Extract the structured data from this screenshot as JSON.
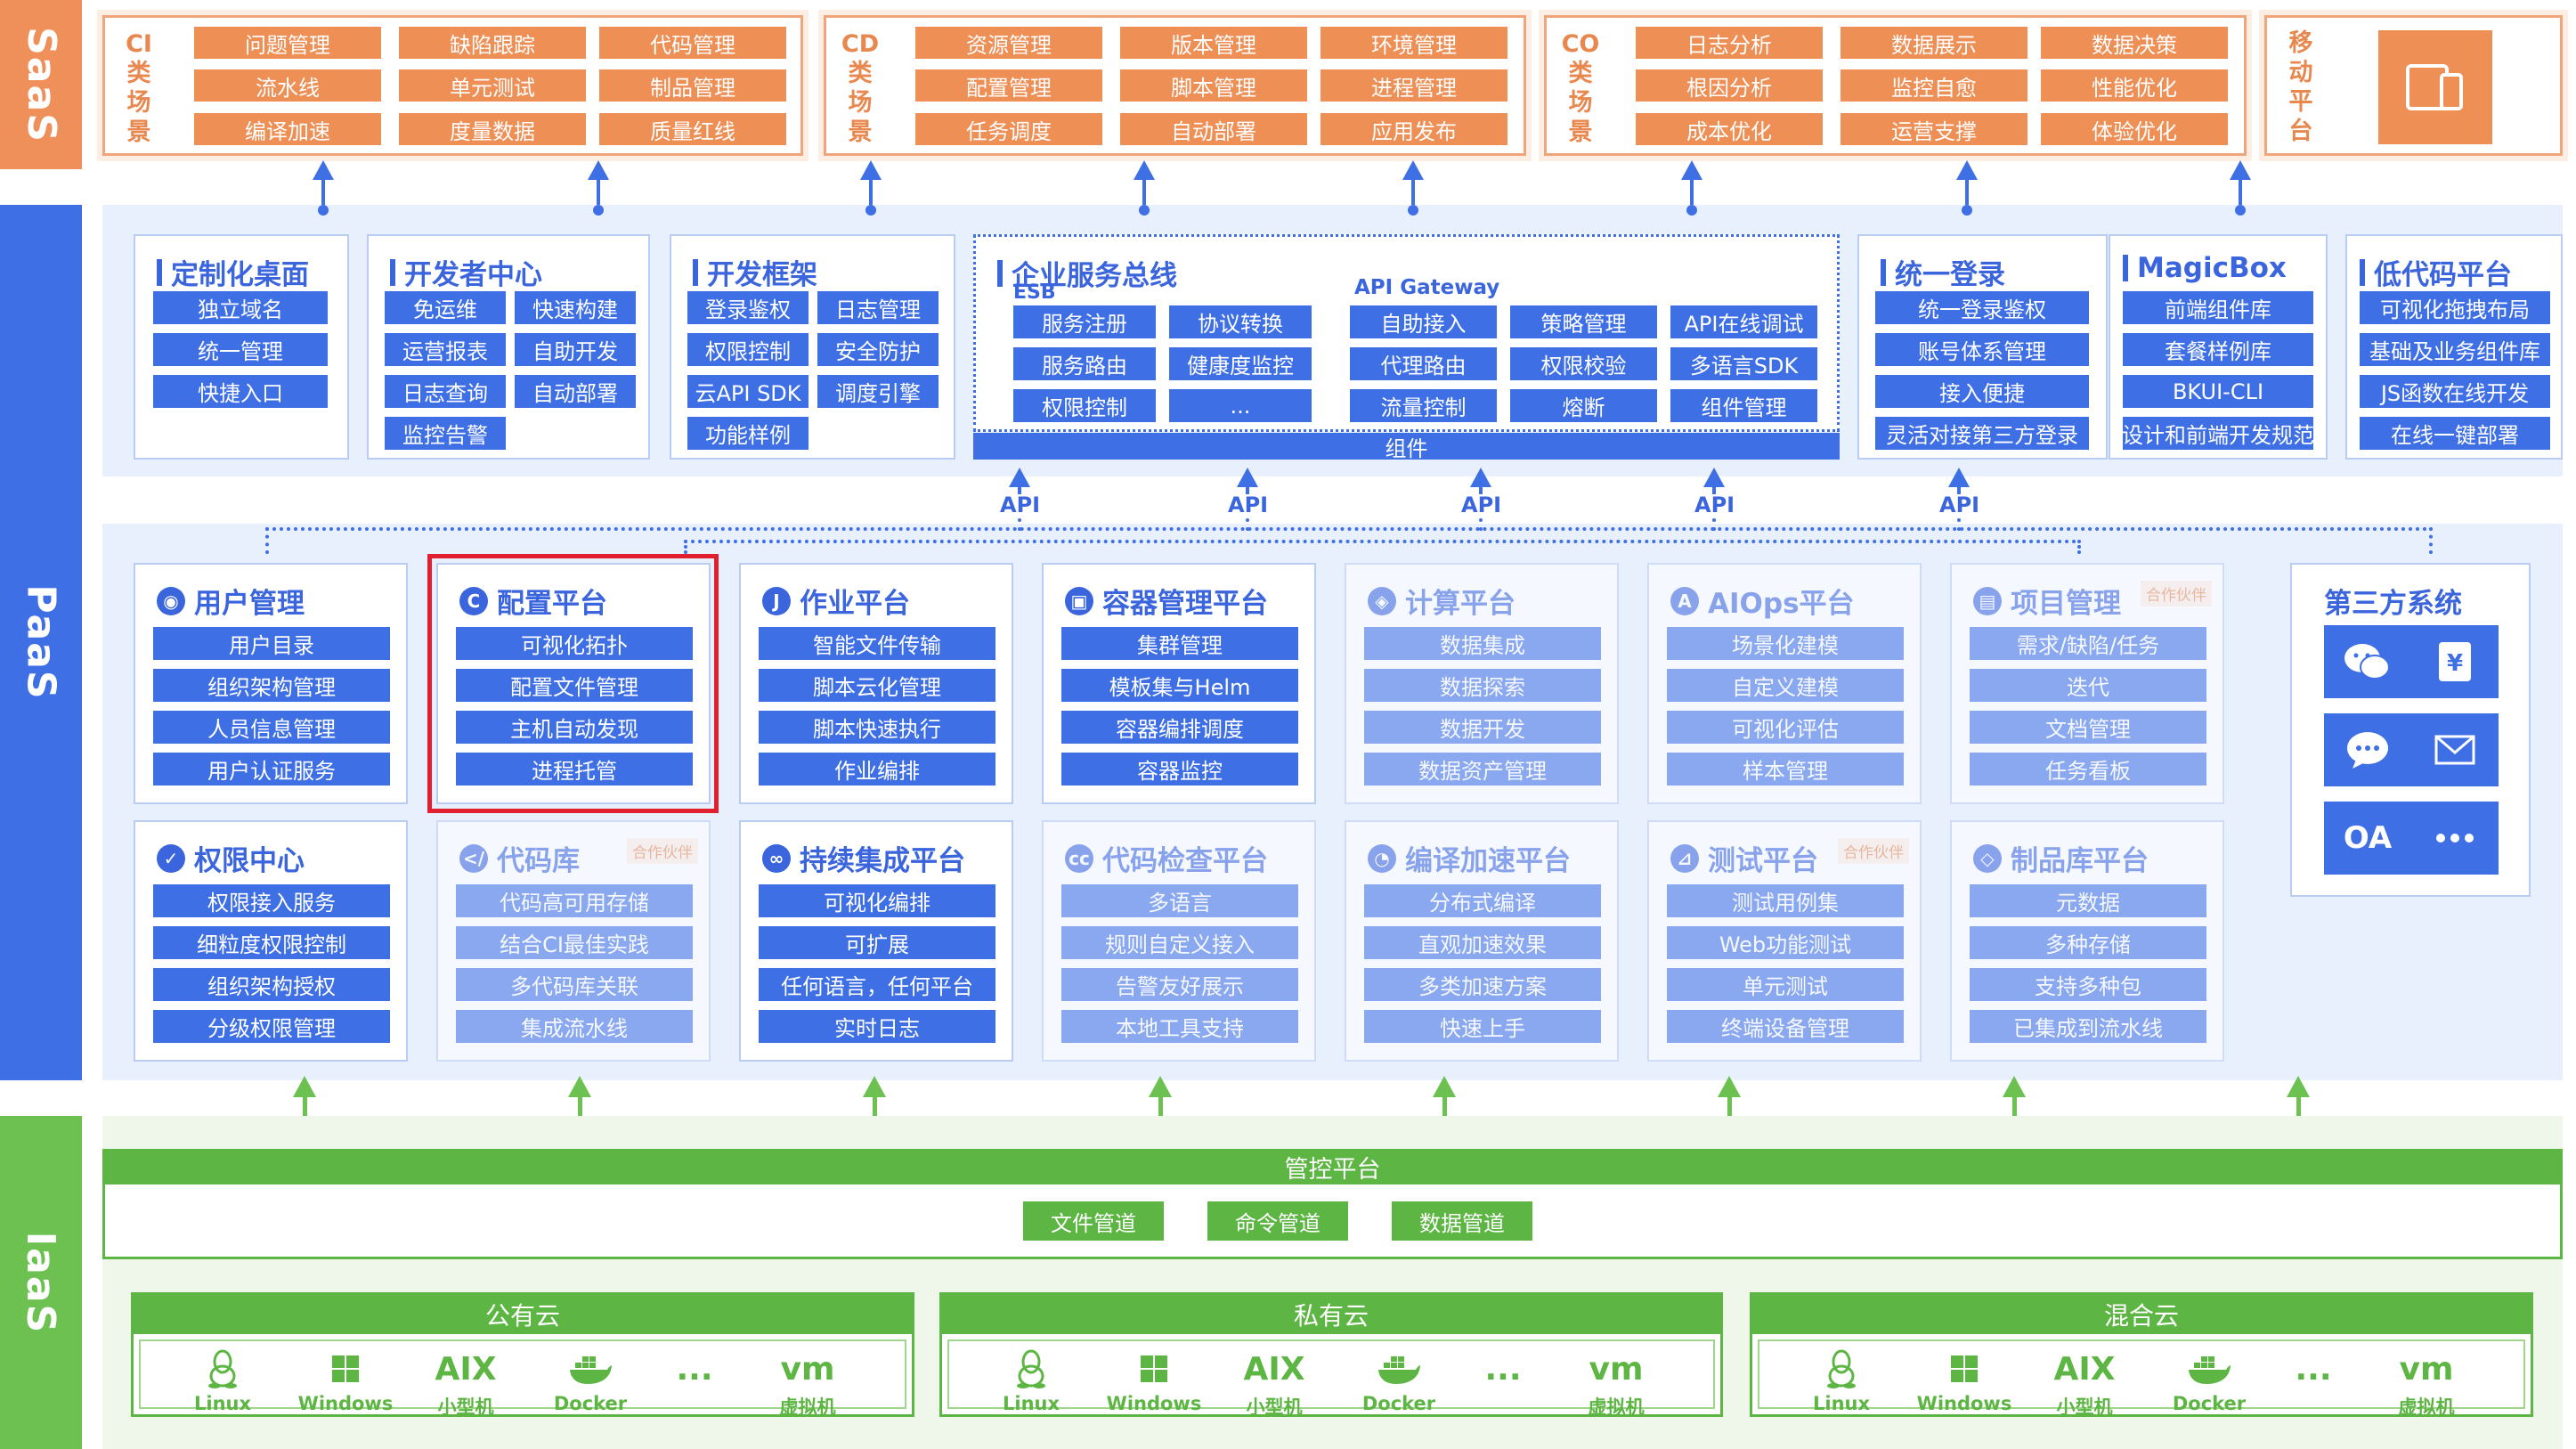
{
  "layers": {
    "saas": "SaaS",
    "paas": "PaaS",
    "iaas": "IaaS"
  },
  "saas": {
    "ci": {
      "label": [
        "CI",
        "类",
        "场",
        "景"
      ],
      "items": [
        "问题管理",
        "缺陷跟踪",
        "代码管理",
        "流水线",
        "单元测试",
        "制品管理",
        "编译加速",
        "度量数据",
        "质量红线"
      ]
    },
    "cd": {
      "label": [
        "CD",
        "类",
        "场",
        "景"
      ],
      "items": [
        "资源管理",
        "版本管理",
        "环境管理",
        "配置管理",
        "脚本管理",
        "进程管理",
        "任务调度",
        "自动部署",
        "应用发布"
      ]
    },
    "co": {
      "label": [
        "CO",
        "类",
        "场",
        "景"
      ],
      "items": [
        "日志分析",
        "数据展示",
        "数据决策",
        "根因分析",
        "监控自愈",
        "性能优化",
        "成本优化",
        "运营支撑",
        "体验优化"
      ]
    },
    "mobile": {
      "label": [
        "移",
        "动",
        "平",
        "台"
      ],
      "icon": "tablet-phone-icon"
    }
  },
  "upper": {
    "desktop": {
      "title": "定制化桌面",
      "items": [
        "独立域名",
        "统一管理",
        "快捷入口"
      ]
    },
    "devcenter": {
      "title": "开发者中心",
      "items": [
        "免运维",
        "快速构建",
        "运营报表",
        "自助开发",
        "日志查询",
        "自动部署",
        "监控告警"
      ]
    },
    "framework": {
      "title": "开发框架",
      "items": [
        "登录鉴权",
        "日志管理",
        "权限控制",
        "安全防护",
        "云API SDK",
        "调度引擎",
        "功能样例"
      ]
    },
    "esb": {
      "title": "企业服务总线",
      "esb_label": "ESB",
      "gateway_label": "API Gateway",
      "esb_items": [
        "服务注册",
        "协议转换",
        "服务路由",
        "健康度监控",
        "权限控制",
        "..."
      ],
      "gw_items": [
        "自助接入",
        "策略管理",
        "API在线调试",
        "代理路由",
        "权限校验",
        "多语言SDK",
        "流量控制",
        "熔断",
        "组件管理"
      ],
      "bar": "组件"
    },
    "login": {
      "title": "统一登录",
      "items": [
        "统一登录鉴权",
        "账号体系管理",
        "接入便捷",
        "灵活对接第三方登录"
      ]
    },
    "magicbox": {
      "title": "MagicBox",
      "items": [
        "前端组件库",
        "套餐样例库",
        "BKUI-CLI",
        "设计和前端开发规范"
      ]
    },
    "lowcode": {
      "title": "低代码平台",
      "items": [
        "可视化拖拽布局",
        "基础及业务组件库",
        "JS函数在线开发",
        "在线一键部署"
      ]
    }
  },
  "api_label": "API",
  "partner_badge": "合作伙伴",
  "platforms_row1": [
    {
      "title": "用户管理",
      "icon": "user-icon",
      "items": [
        "用户目录",
        "组织架构管理",
        "人员信息管理",
        "用户认证服务"
      ],
      "faded": false,
      "partner": false
    },
    {
      "title": "配置平台",
      "icon": "config-icon",
      "items": [
        "可视化拓扑",
        "配置文件管理",
        "主机自动发现",
        "进程托管"
      ],
      "faded": false,
      "partner": false,
      "highlight": true
    },
    {
      "title": "作业平台",
      "icon": "job-icon",
      "items": [
        "智能文件传输",
        "脚本云化管理",
        "脚本快速执行",
        "作业编排"
      ],
      "faded": false,
      "partner": false
    },
    {
      "title": "容器管理平台",
      "icon": "container-icon",
      "items": [
        "集群管理",
        "模板集与Helm",
        "容器编排调度",
        "容器监控"
      ],
      "faded": false,
      "partner": false
    },
    {
      "title": "计算平台",
      "icon": "compute-icon",
      "items": [
        "数据集成",
        "数据探索",
        "数据开发",
        "数据资产管理"
      ],
      "faded": true,
      "partner": false
    },
    {
      "title": "AIOps平台",
      "icon": "aiops-icon",
      "items": [
        "场景化建模",
        "自定义建模",
        "可视化评估",
        "样本管理"
      ],
      "faded": true,
      "partner": false
    },
    {
      "title": "项目管理",
      "icon": "project-icon",
      "items": [
        "需求/缺陷/任务",
        "迭代",
        "文档管理",
        "任务看板"
      ],
      "faded": true,
      "partner": true
    }
  ],
  "platforms_row2": [
    {
      "title": "权限中心",
      "icon": "shield-icon",
      "items": [
        "权限接入服务",
        "细粒度权限控制",
        "组织架构授权",
        "分级权限管理"
      ],
      "faded": false,
      "partner": false
    },
    {
      "title": "代码库",
      "icon": "code-icon",
      "items": [
        "代码高可用存储",
        "结合CI最佳实践",
        "多代码库关联",
        "集成流水线"
      ],
      "faded": true,
      "partner": true
    },
    {
      "title": "持续集成平台",
      "icon": "ci-icon",
      "items": [
        "可视化编排",
        "可扩展",
        "任何语言，任何平台",
        "实时日志"
      ],
      "faded": false,
      "partner": false
    },
    {
      "title": "代码检查平台",
      "icon": "codecheck-icon",
      "items": [
        "多语言",
        "规则自定义接入",
        "告警友好展示",
        "本地工具支持"
      ],
      "faded": true,
      "partner": false
    },
    {
      "title": "编译加速平台",
      "icon": "compile-icon",
      "items": [
        "分布式编译",
        "直观加速效果",
        "多类加速方案",
        "快速上手"
      ],
      "faded": true,
      "partner": false
    },
    {
      "title": "测试平台",
      "icon": "test-icon",
      "items": [
        "测试用例集",
        "Web功能测试",
        "单元测试",
        "终端设备管理"
      ],
      "faded": true,
      "partner": true
    },
    {
      "title": "制品库平台",
      "icon": "artifact-icon",
      "items": [
        "元数据",
        "多种存储",
        "支持多种包",
        "已集成到流水线"
      ],
      "faded": true,
      "partner": false
    }
  ],
  "third_party": {
    "title": "第三方系统",
    "icons": [
      "wechat-icon",
      "yen-icon",
      "chat-icon",
      "mail-icon",
      "oa-icon",
      "more-icon"
    ],
    "oa_text": "OA"
  },
  "iaas": {
    "control": "管控平台",
    "pipes": [
      "文件管道",
      "命令管道",
      "数据管道"
    ],
    "clouds": [
      {
        "name": "公有云",
        "os": [
          "Linux",
          "Windows",
          "小型机",
          "Docker",
          "虚拟机"
        ]
      },
      {
        "name": "私有云",
        "os": [
          "Linux",
          "Windows",
          "小型机",
          "Docker",
          "虚拟机"
        ]
      },
      {
        "name": "混合云",
        "os": [
          "Linux",
          "Windows",
          "小型机",
          "Docker",
          "虚拟机"
        ]
      }
    ],
    "aix": "AIX",
    "vm": "vm",
    "ellipsis": "..."
  },
  "colors": {
    "saas": "#ef8f5a",
    "paas": "#3e6fe4",
    "iaas": "#6dc150",
    "highlight": "#e0202f"
  }
}
